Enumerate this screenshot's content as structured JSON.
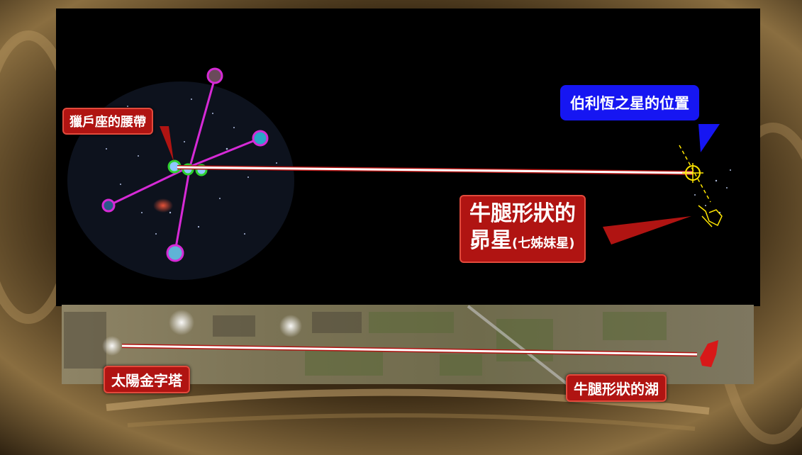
{
  "labels": {
    "orion_belt": "獵戶座的腰帶",
    "bethlehem_star_position": "伯利恆之星的位置",
    "pleiades_line1": "牛腿形狀的",
    "pleiades_line2_main": "昴星",
    "pleiades_line2_paren": "(七姊妹星)",
    "pyramid_of_sun": "太陽金字塔",
    "ox_leg_lake": "牛腿形狀的湖"
  },
  "colors": {
    "callout_red": "#b01412",
    "callout_blue": "#1616f2",
    "orion_lines": "#d62ad6",
    "belt_circles": "#2fd12f",
    "pleiades_marker": "#ffe600",
    "alignment_line": "#ffffff",
    "lake_fill": "#d81818"
  }
}
